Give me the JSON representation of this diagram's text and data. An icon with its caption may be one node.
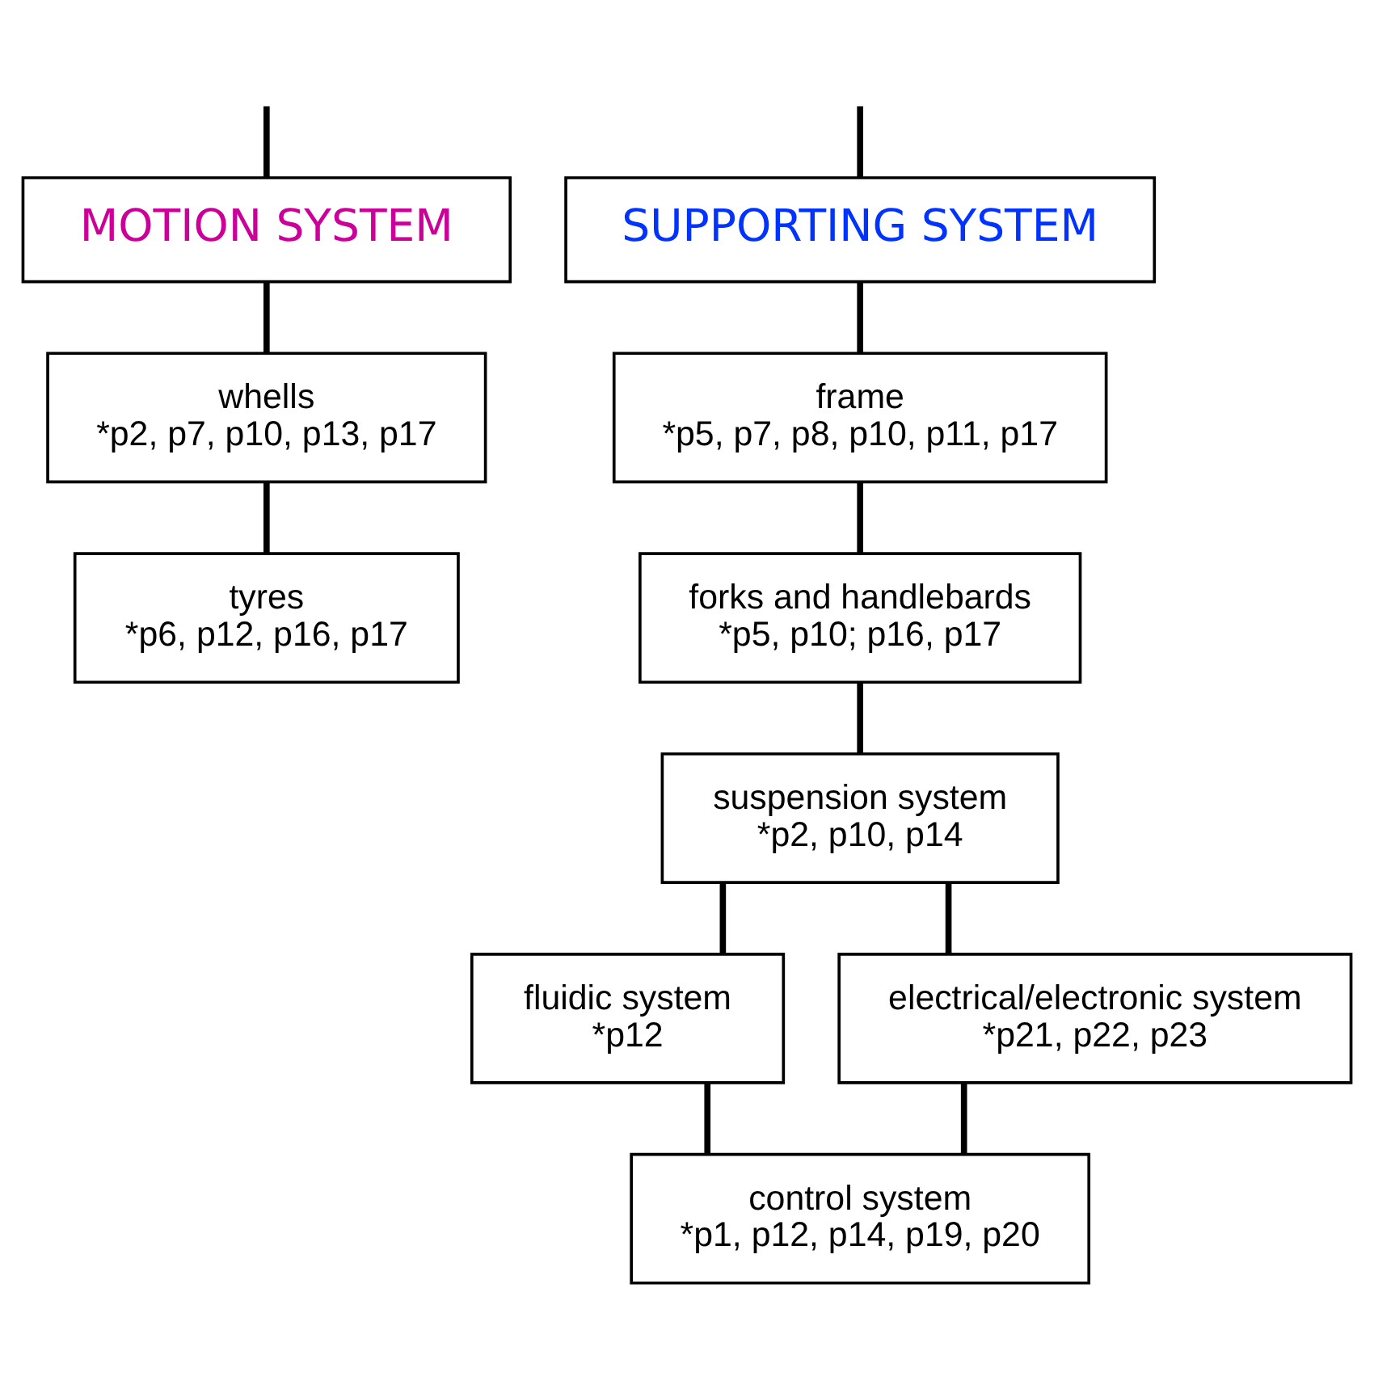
{
  "diagram": {
    "nodes": [
      {
        "text": [
          "MOTION SYSTEM"
        ]
      },
      {
        "text": [
          "SUPPORTING SYSTEM"
        ]
      },
      {
        "text": [
          "whells",
          "*p2, p7, p10, p13, p17"
        ]
      },
      {
        "text": [
          "tyres",
          "*p6, p12, p16, p17"
        ]
      },
      {
        "text": [
          "frame",
          "*p5, p7, p8, p10, p11, p17"
        ]
      },
      {
        "text": [
          "forks and handlebards",
          "*p5, p10; p16, p17"
        ]
      },
      {
        "text": [
          "suspension system",
          "*p2, p10, p14"
        ]
      },
      {
        "text": [
          "fluidic system",
          "*p12"
        ]
      },
      {
        "text": [
          "electrical/electronic system",
          "*p21, p22, p23"
        ]
      },
      {
        "text": [
          "control system",
          "*p1, p12, p14, p19, p20"
        ]
      }
    ],
    "edges": [
      {
        "from": null,
        "to": 0,
        "arrow": "none"
      },
      {
        "from": null,
        "to": 1,
        "arrow": "none"
      },
      {
        "from": 0,
        "to": 2,
        "arrow": "none"
      },
      {
        "from": 2,
        "to": 3,
        "arrow": "none"
      },
      {
        "from": 1,
        "to": 4,
        "arrow": "none"
      },
      {
        "from": 4,
        "to": 5,
        "arrow": "none"
      },
      {
        "from": 5,
        "to": 6,
        "arrow": "none"
      },
      {
        "from": 6,
        "to": 7,
        "arrow": "none"
      },
      {
        "from": 6,
        "to": 8,
        "arrow": "none"
      },
      {
        "from": 7,
        "to": 9,
        "arrow": "none"
      },
      {
        "from": 8,
        "to": 9,
        "arrow": "none"
      }
    ]
  }
}
